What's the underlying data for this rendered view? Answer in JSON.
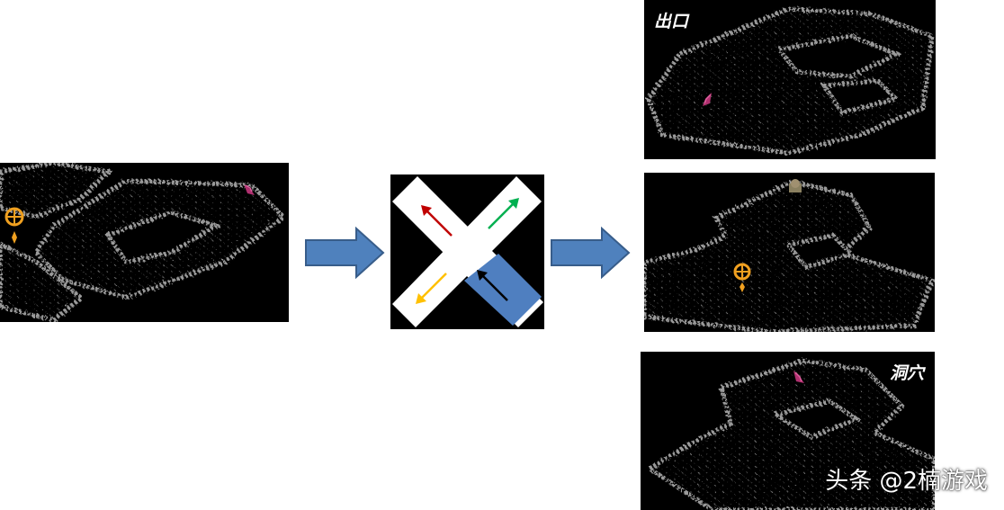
{
  "captions": {
    "exit": "出口",
    "cave": "洞穴"
  },
  "watermark": "头条 @2楠游戏",
  "colors": {
    "flow_arrow": "#4f81bd",
    "flow_arrow_border": "#385d8a",
    "dir_up_left": "#c00000",
    "dir_up_right": "#00b050",
    "dir_down_left": "#ffc000",
    "dir_selected": "#000000",
    "selected_tile": "#4f7fc0",
    "rock": "#8a8a8a"
  },
  "direction_pad": {
    "directions": [
      "up-left",
      "up-right",
      "down-left",
      "down-right"
    ],
    "selected": "down-right"
  },
  "icons": {
    "player_marker": "orange-crosshair-icon",
    "portal": "purple-portal-icon",
    "statue": "stone-statue-icon"
  }
}
